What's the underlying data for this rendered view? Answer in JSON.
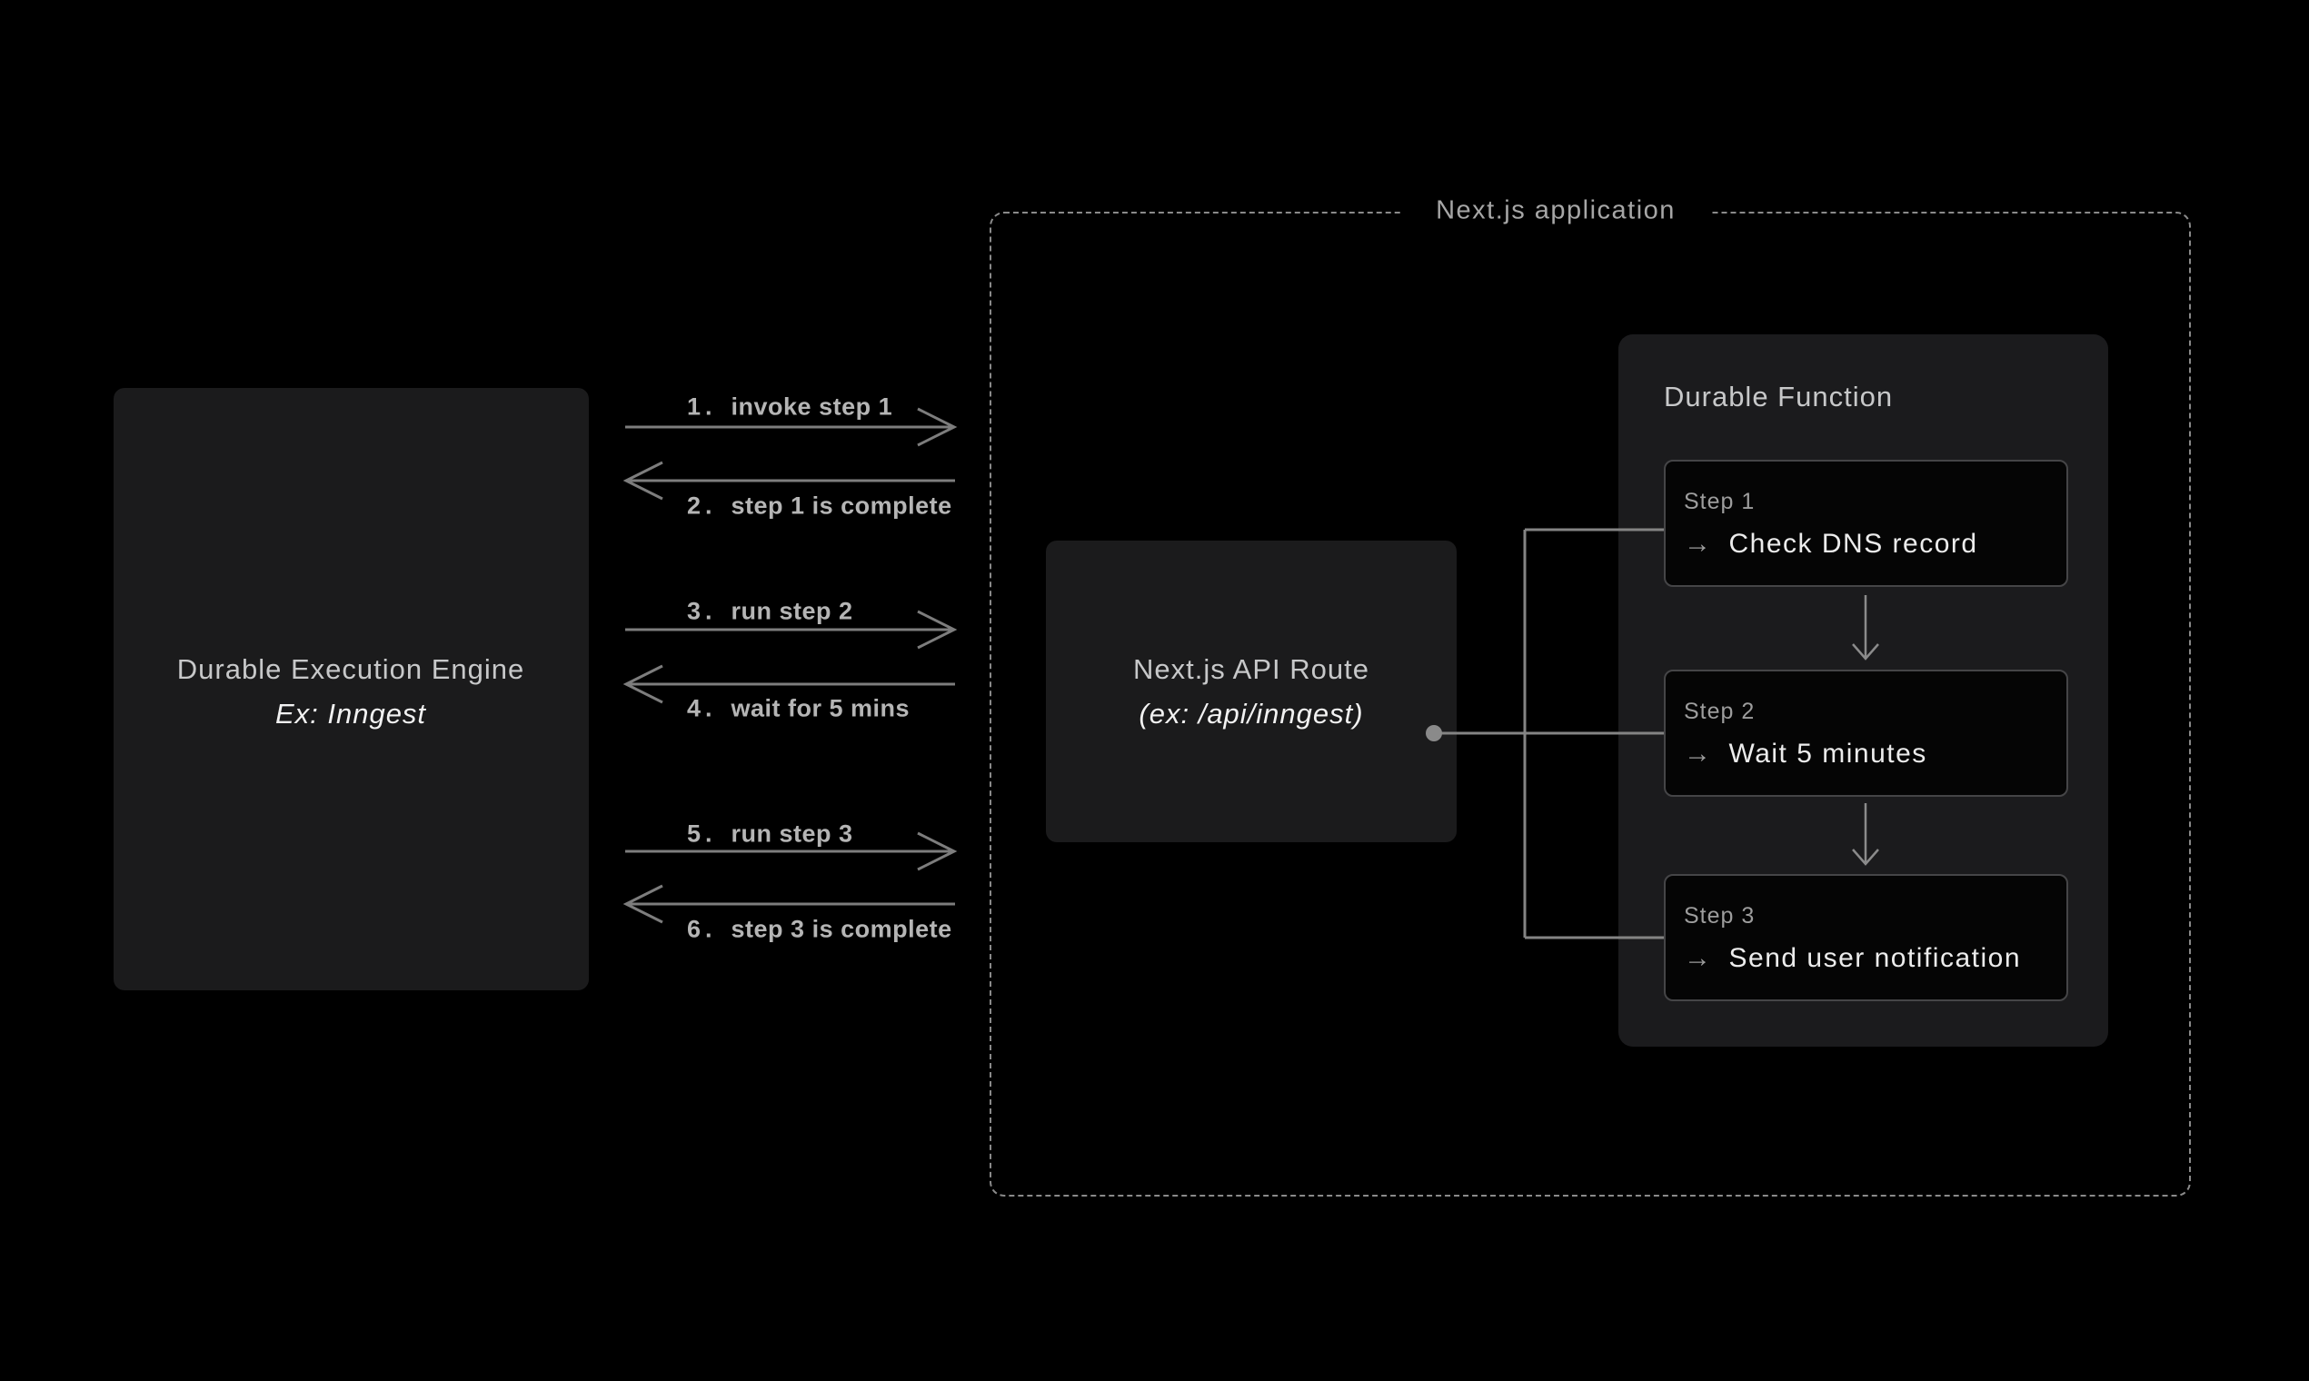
{
  "diagram": {
    "engine_box": {
      "title": "Durable Execution Engine",
      "subtitle": "Ex: Inngest"
    },
    "messages": [
      {
        "num": "1.",
        "text": "invoke step 1",
        "direction": "right"
      },
      {
        "num": "2.",
        "text": "step 1 is complete",
        "direction": "left"
      },
      {
        "num": "3.",
        "text": "run step 2",
        "direction": "right"
      },
      {
        "num": "4.",
        "text": "wait for 5 mins",
        "direction": "left"
      },
      {
        "num": "5.",
        "text": "run step 3",
        "direction": "right"
      },
      {
        "num": "6.",
        "text": "step 3 is complete",
        "direction": "left"
      }
    ],
    "nextjs_app": {
      "label": "Next.js application",
      "api_route": {
        "title": "Next.js API Route",
        "subtitle": "(ex: /api/inngest)"
      },
      "durable_function": {
        "title": "Durable Function",
        "steps": [
          {
            "label": "Step 1",
            "action": "Check DNS record"
          },
          {
            "label": "Step 2",
            "action": "Wait 5 minutes"
          },
          {
            "label": "Step 3",
            "action": "Send user notification"
          }
        ]
      }
    },
    "icons": {
      "step_arrow": "→"
    },
    "colors": {
      "background": "#000000",
      "box_fill": "#1b1b1c",
      "card_fill": "#050505",
      "card_border": "#454547",
      "title_text": "#c7c8c9",
      "italic_text": "#f2f2f2",
      "step_label_text": "#9d9d9d",
      "step_action_text": "#ececec",
      "message_label_text": "#b5b5b5",
      "message_arrow": "#7d7d7d",
      "connector_line": "#848484",
      "dashed_border": "#8a8a8a",
      "app_label_text": "#a6a6a6"
    }
  }
}
